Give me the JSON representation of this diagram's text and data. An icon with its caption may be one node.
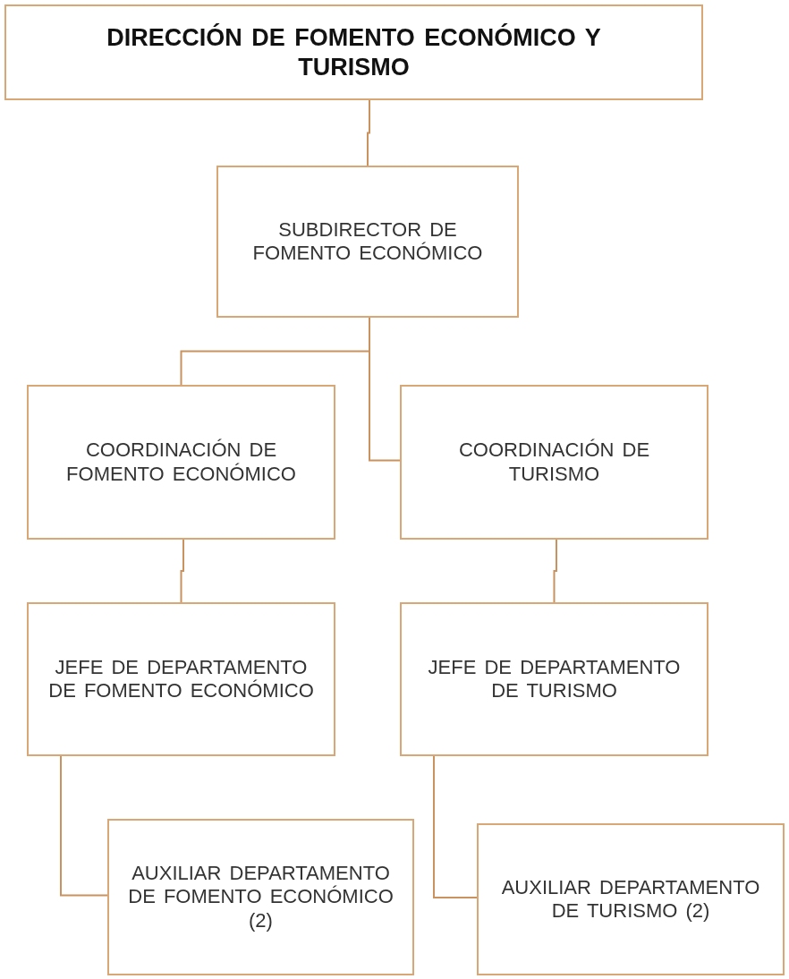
{
  "diagram": {
    "nodes": [
      {
        "text": [
          "DIRECCIÓN DE FOMENTO ECONÓMICO Y TURISMO"
        ]
      },
      {
        "text": [
          "SUBDIRECTOR DE FOMENTO ECONÓMICO"
        ]
      },
      {
        "text": [
          "COORDINACIÓN DE FOMENTO ECONÓMICO"
        ]
      },
      {
        "text": [
          "COORDINACIÓN DE TURISMO"
        ]
      },
      {
        "text": [
          "JEFE DE DEPARTAMENTO DE FOMENTO ECONÓMICO"
        ]
      },
      {
        "text": [
          "JEFE DE DEPARTAMENTO DE TURISMO"
        ]
      },
      {
        "text": [
          "AUXILIAR DEPARTAMENTO DE FOMENTO ECONÓMICO (2)"
        ]
      },
      {
        "text": [
          "AUXILIAR DEPARTAMENTO DE TURISMO (2)"
        ]
      }
    ],
    "edges": [
      {
        "from": 0,
        "to": 1,
        "arrow": "none"
      },
      {
        "from": 1,
        "to": 2,
        "arrow": "none"
      },
      {
        "from": 1,
        "to": 3,
        "arrow": "none"
      },
      {
        "from": 2,
        "to": 4,
        "arrow": "none"
      },
      {
        "from": 3,
        "to": 5,
        "arrow": "none"
      },
      {
        "from": 4,
        "to": 6,
        "arrow": "none"
      },
      {
        "from": 5,
        "to": 7,
        "arrow": "none"
      }
    ]
  }
}
